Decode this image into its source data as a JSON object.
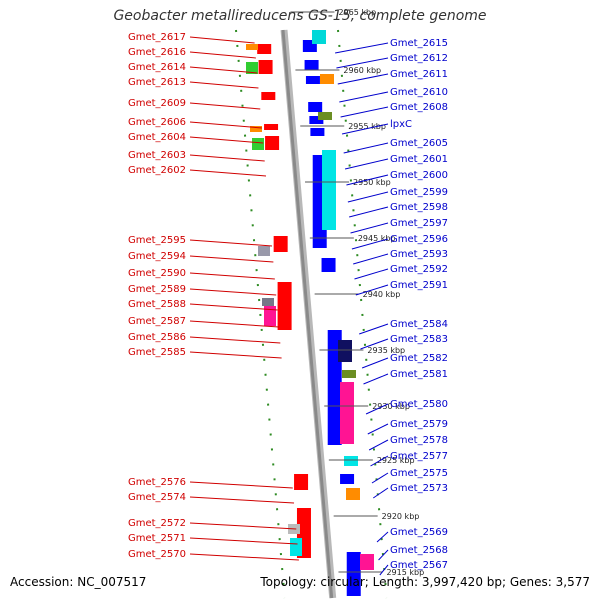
{
  "title": "Geobacter metallireducens GS-15, complete genome",
  "footer": {
    "accession": "Accession: NC_007517",
    "topology": "Topology: circular; Length: 3,997,420 bp; Genes: 3,577"
  },
  "colors": {
    "backbone": "#8a8a8a",
    "left_gene": "#ff0000",
    "right_gene": "#0000ff",
    "left_label": "#d00000",
    "right_label": "#0000cc",
    "dotted_guide": "#2e8b22"
  },
  "kbp_ticks": [
    "2965 kbp",
    "2960 kbp",
    "2955 kbp",
    "2950 kbp",
    "2945 kbp",
    "2940 kbp",
    "2935 kbp",
    "2930 kbp",
    "2925 kbp",
    "2920 kbp",
    "2915 kbp"
  ],
  "left_labels": [
    "Gmet_2617",
    "Gmet_2616",
    "Gmet_2614",
    "Gmet_2613",
    "Gmet_2609",
    "Gmet_2606",
    "Gmet_2604",
    "Gmet_2603",
    "Gmet_2602",
    "Gmet_2595",
    "Gmet_2594",
    "Gmet_2590",
    "Gmet_2589",
    "Gmet_2588",
    "Gmet_2587",
    "Gmet_2586",
    "Gmet_2585",
    "Gmet_2576",
    "Gmet_2574",
    "Gmet_2572",
    "Gmet_2571",
    "Gmet_2570"
  ],
  "right_labels": [
    "Gmet_2615",
    "Gmet_2612",
    "Gmet_2611",
    "Gmet_2610",
    "Gmet_2608",
    "lpxC",
    "Gmet_2605",
    "Gmet_2601",
    "Gmet_2600",
    "Gmet_2599",
    "Gmet_2598",
    "Gmet_2597",
    "Gmet_2596",
    "Gmet_2593",
    "Gmet_2592",
    "Gmet_2591",
    "Gmet_2584",
    "Gmet_2583",
    "Gmet_2582",
    "Gmet_2581",
    "Gmet_2580",
    "Gmet_2579",
    "Gmet_2578",
    "Gmet_2577",
    "Gmet_2575",
    "Gmet_2573",
    "Gmet_2569",
    "Gmet_2568",
    "Gmet_2567"
  ]
}
